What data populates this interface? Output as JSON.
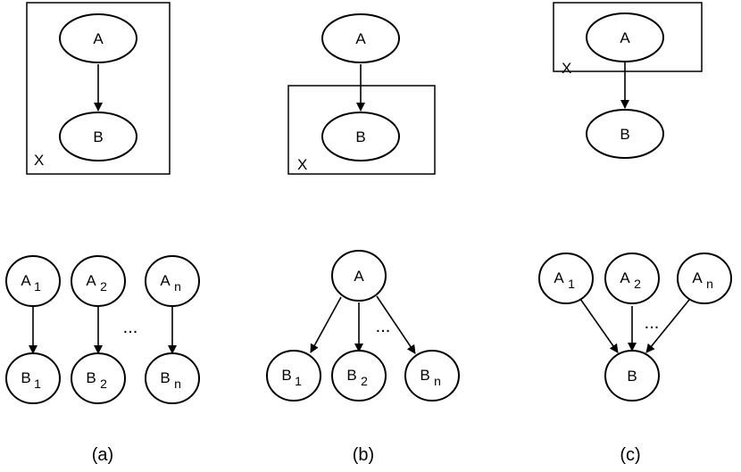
{
  "panels": [
    {
      "label": "(a)",
      "top": {
        "plate_label": "X",
        "node_a": "A",
        "node_b": "B"
      },
      "bottom": {
        "parents": [
          {
            "base": "A",
            "sub": "1"
          },
          {
            "base": "A",
            "sub": "2"
          },
          {
            "base": "A",
            "sub": "n"
          }
        ],
        "children": [
          {
            "base": "B",
            "sub": "1"
          },
          {
            "base": "B",
            "sub": "2"
          },
          {
            "base": "B",
            "sub": "n"
          }
        ],
        "ellipsis": "..."
      }
    },
    {
      "label": "(b)",
      "top": {
        "plate_label": "X",
        "node_a": "A",
        "node_b": "B"
      },
      "bottom": {
        "parent": "A",
        "children": [
          {
            "base": "B",
            "sub": "1"
          },
          {
            "base": "B",
            "sub": "2"
          },
          {
            "base": "B",
            "sub": "n"
          }
        ],
        "ellipsis": "..."
      }
    },
    {
      "label": "(c)",
      "top": {
        "plate_label": "X",
        "node_a": "A",
        "node_b": "B"
      },
      "bottom": {
        "parents": [
          {
            "base": "A",
            "sub": "1"
          },
          {
            "base": "A",
            "sub": "2"
          },
          {
            "base": "A",
            "sub": "n"
          }
        ],
        "child": "B",
        "ellipsis": "..."
      }
    }
  ]
}
